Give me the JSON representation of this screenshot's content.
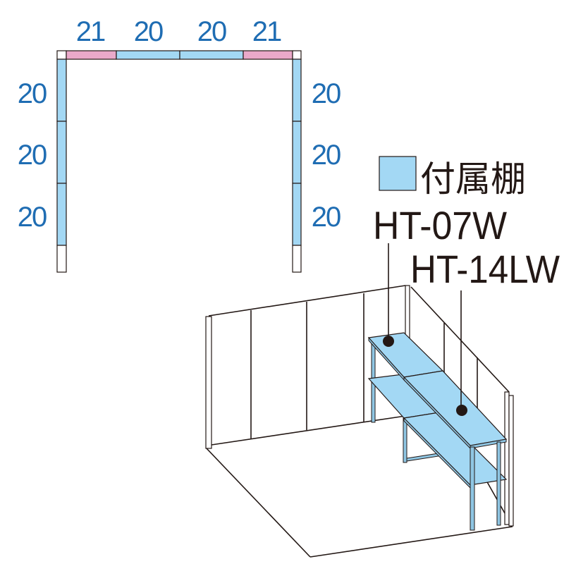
{
  "plan": {
    "top_dims": [
      "21",
      "20",
      "20",
      "21"
    ],
    "left_dims": [
      "20",
      "20",
      "20"
    ],
    "right_dims": [
      "20",
      "20",
      "20"
    ]
  },
  "legend": {
    "swatch_color": "#a3d8f4",
    "label": "付属棚",
    "models": [
      "HT-07W",
      "HT-14LW"
    ]
  },
  "colors": {
    "dimension_text": "#1f6db3",
    "pink_panel": "#eaa9c9",
    "blue_panel": "#a3d8f4"
  }
}
